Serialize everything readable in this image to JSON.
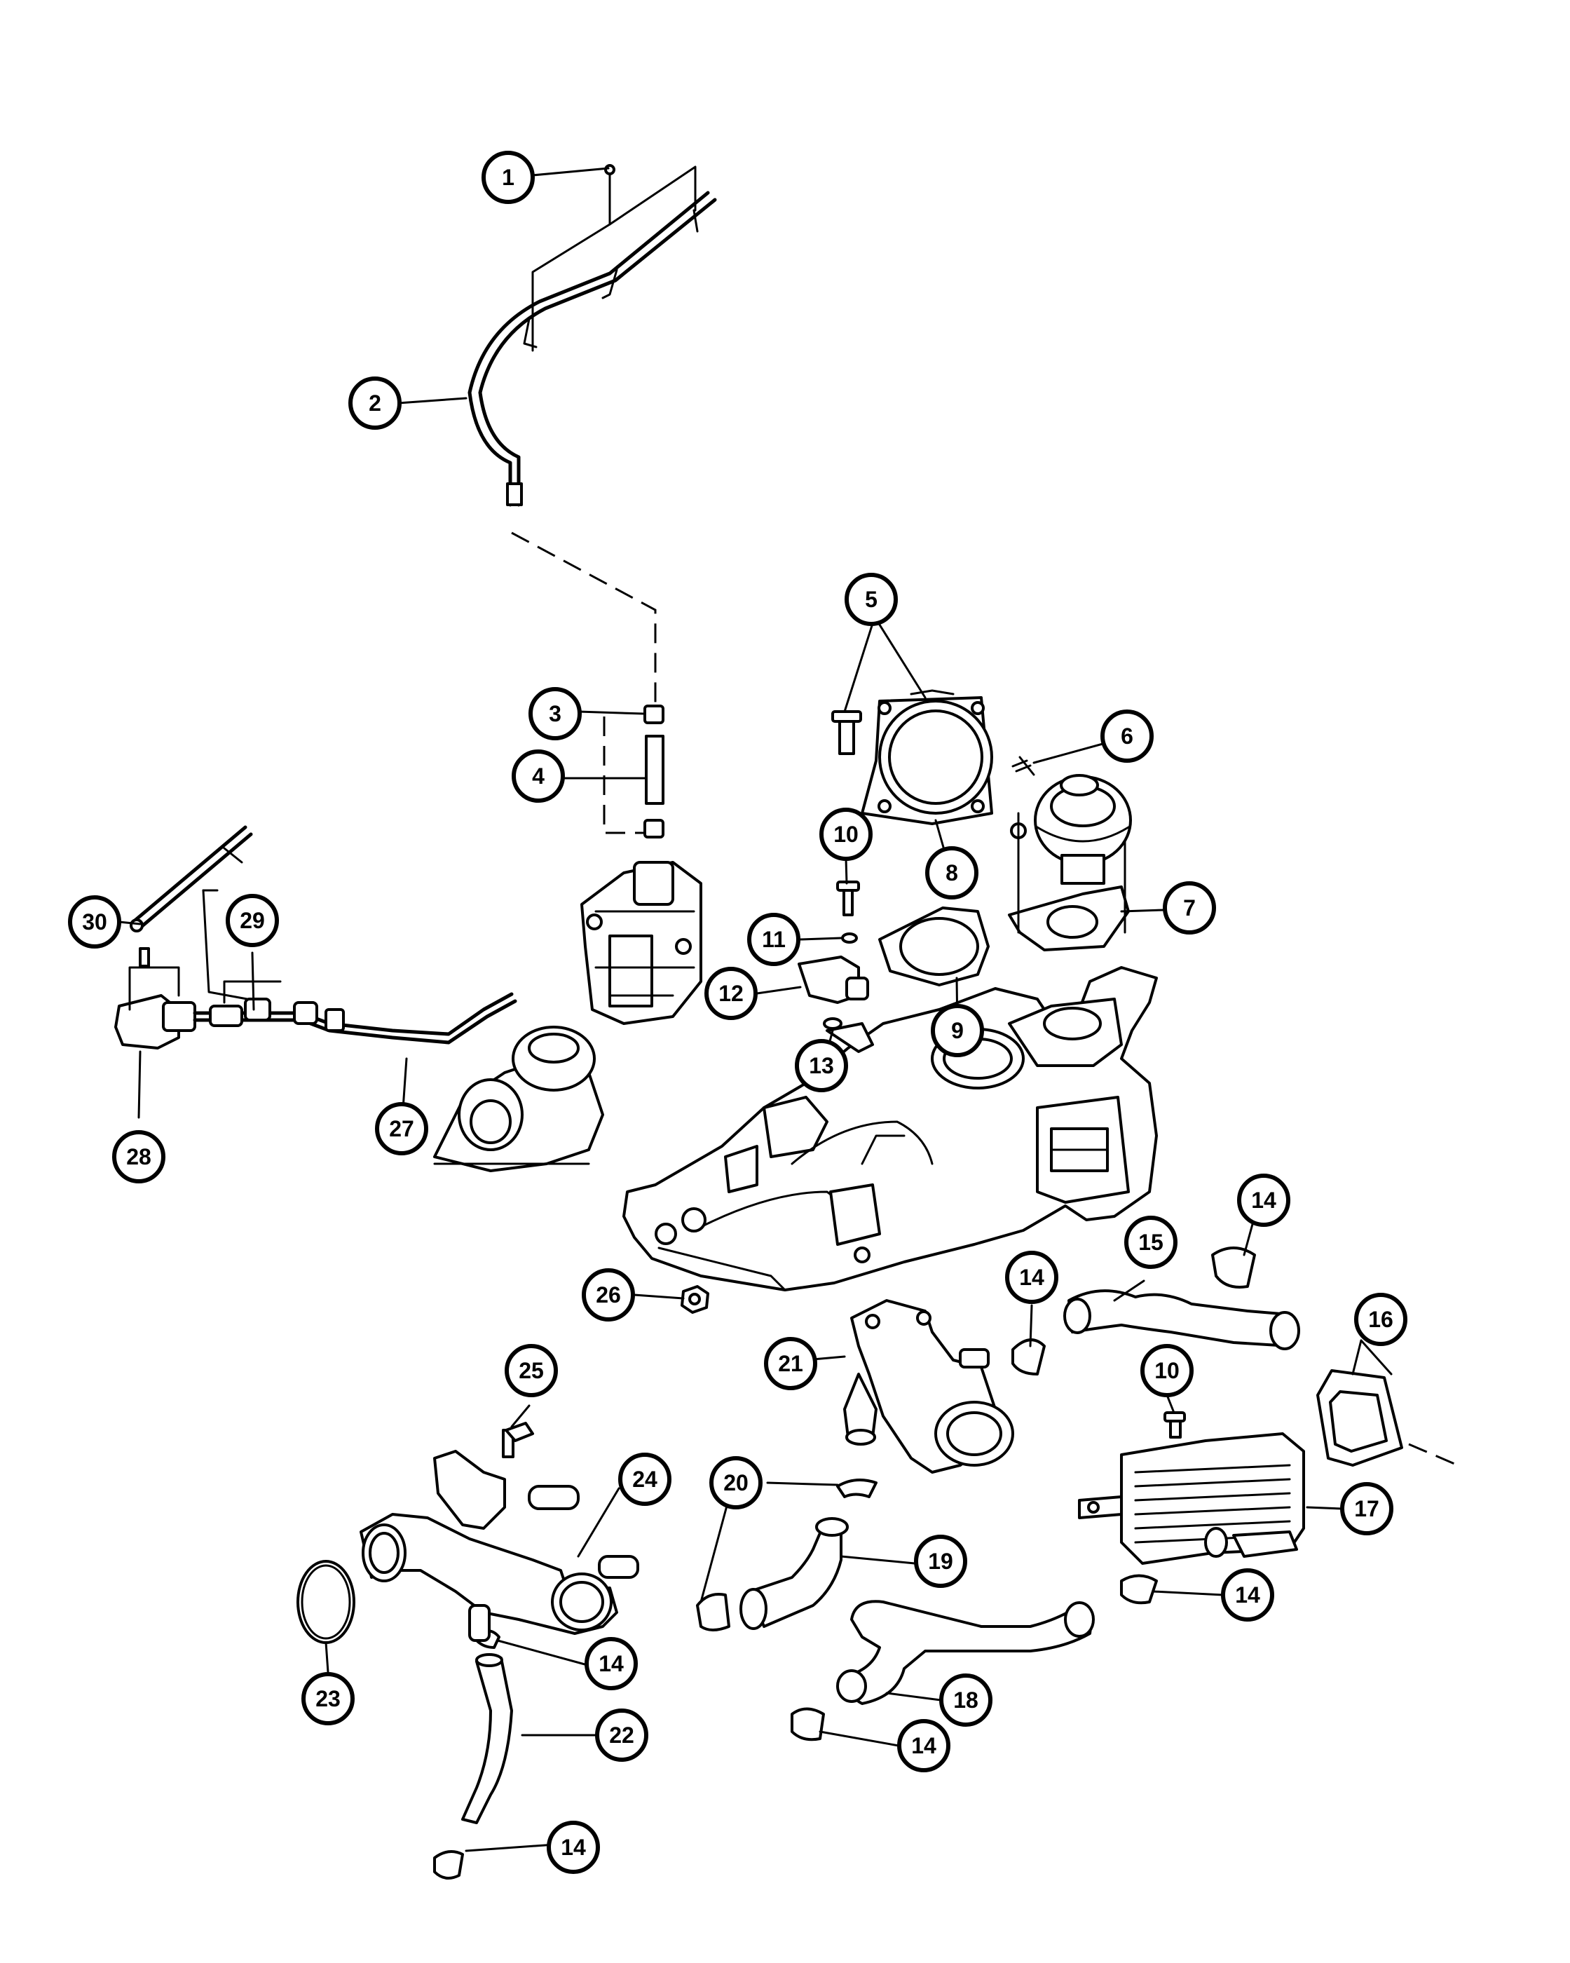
{
  "diagram": {
    "callouts": [
      {
        "id": "c1",
        "label": "1"
      },
      {
        "id": "c2",
        "label": "2"
      },
      {
        "id": "c3",
        "label": "3"
      },
      {
        "id": "c4",
        "label": "4"
      },
      {
        "id": "c5",
        "label": "5"
      },
      {
        "id": "c6",
        "label": "6"
      },
      {
        "id": "c7",
        "label": "7"
      },
      {
        "id": "c8",
        "label": "8"
      },
      {
        "id": "c9",
        "label": "9"
      },
      {
        "id": "c10a",
        "label": "10"
      },
      {
        "id": "c11",
        "label": "11"
      },
      {
        "id": "c12",
        "label": "12"
      },
      {
        "id": "c13",
        "label": "13"
      },
      {
        "id": "c14a",
        "label": "14"
      },
      {
        "id": "c14b",
        "label": "14"
      },
      {
        "id": "c15",
        "label": "15"
      },
      {
        "id": "c16",
        "label": "16"
      },
      {
        "id": "c10b",
        "label": "10"
      },
      {
        "id": "c17",
        "label": "17"
      },
      {
        "id": "c14c",
        "label": "14"
      },
      {
        "id": "c18",
        "label": "18"
      },
      {
        "id": "c14d",
        "label": "14"
      },
      {
        "id": "c19",
        "label": "19"
      },
      {
        "id": "c20",
        "label": "20"
      },
      {
        "id": "c21",
        "label": "21"
      },
      {
        "id": "c22",
        "label": "22"
      },
      {
        "id": "c14e",
        "label": "14"
      },
      {
        "id": "c14f",
        "label": "14"
      },
      {
        "id": "c23",
        "label": "23"
      },
      {
        "id": "c24",
        "label": "24"
      },
      {
        "id": "c25",
        "label": "25"
      },
      {
        "id": "c26",
        "label": "26"
      },
      {
        "id": "c27",
        "label": "27"
      },
      {
        "id": "c28",
        "label": "28"
      },
      {
        "id": "c29",
        "label": "29"
      },
      {
        "id": "c30",
        "label": "30"
      }
    ]
  }
}
